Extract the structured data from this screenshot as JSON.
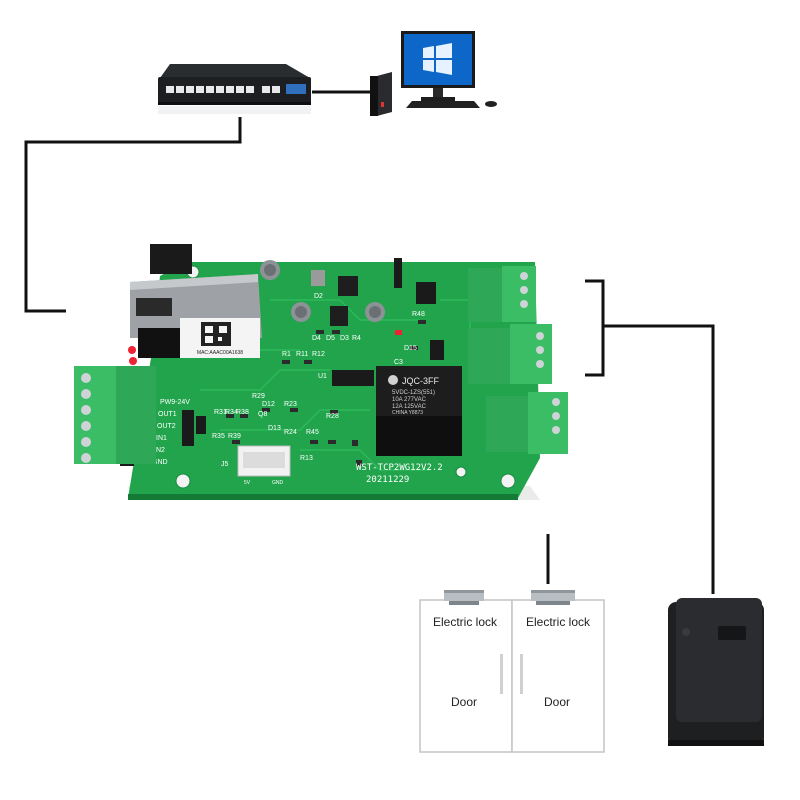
{
  "doors": [
    {
      "lock_label": "Electric lock",
      "door_label": "Door"
    },
    {
      "lock_label": "Electric lock",
      "door_label": "Door"
    }
  ],
  "board": {
    "version_text": "WST-TCP2WG12V2.2",
    "date_text": "20211229",
    "relay_brand": "JQC-3FF",
    "relay_lines": [
      "5VDC-1ZS(551)",
      "10A 277VAC",
      "12A 125VAC",
      "CHINA    Y8873"
    ],
    "mac_text": "MAC:AAAC00A1638",
    "left_pins": [
      "PW9-24V",
      "OUT1",
      "OUT2",
      "IN1",
      "IN2",
      "GND"
    ],
    "connector_labels": [
      "J5",
      "5V",
      "GND"
    ],
    "components": [
      "D2",
      "D4",
      "D5",
      "D3",
      "R4",
      "R1",
      "R11",
      "R12",
      "U1",
      "R29",
      "R31",
      "R34",
      "R38",
      "Q8",
      "D12",
      "R23",
      "R35",
      "R39",
      "D13",
      "R24",
      "R45",
      "R28",
      "R13",
      "D15",
      "R48",
      "C3"
    ]
  },
  "colors": {
    "pcb": "#23a84f",
    "pcb_dark": "#1b8a40",
    "terminal": "#3ec16a",
    "wire": "#111111"
  }
}
